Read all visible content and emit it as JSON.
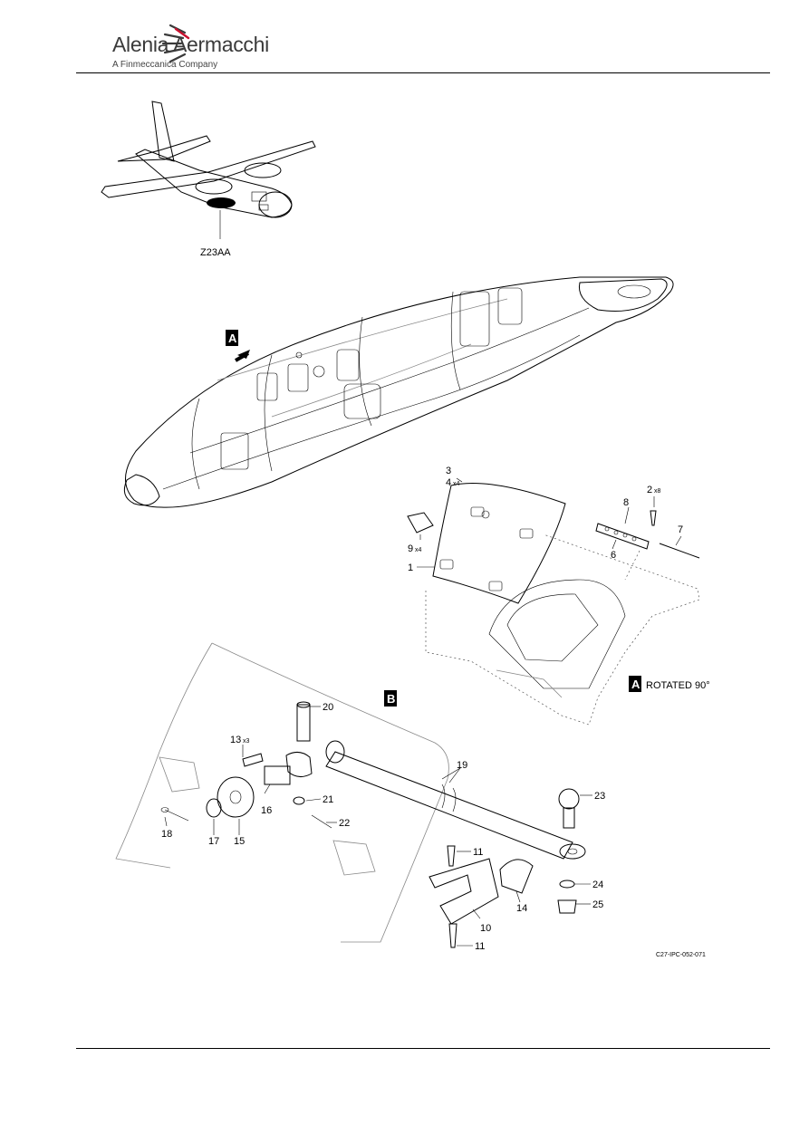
{
  "header": {
    "brand": "Alenia Aermacchi",
    "subtitle": "A Finmeccanica Company"
  },
  "views": {
    "aircraft_ref": "Z23AA",
    "view_a_flag": "A",
    "view_a_caption": "ROTATED 90°",
    "view_b_flag": "B"
  },
  "callouts": {
    "c1": "1",
    "c2": "2",
    "c2_qty": "x8",
    "c3": "3",
    "c4": "4",
    "c4_qty": "x4",
    "c6": "6",
    "c7": "7",
    "c8": "8",
    "c9": "9",
    "c9_qty": "x4",
    "c10": "10",
    "c11a": "11",
    "c11b": "11",
    "c13": "13",
    "c13_qty": "x3",
    "c14": "14",
    "c15": "15",
    "c16": "16",
    "c17": "17",
    "c18": "18",
    "c19": "19",
    "c20": "20",
    "c21": "21",
    "c22": "22",
    "c23": "23",
    "c24": "24",
    "c25": "25"
  },
  "figure_ref": "C27-IPC-052-071",
  "colors": {
    "ink": "#000000",
    "logo_grey": "#3a3a3a",
    "logo_red": "#c8102e"
  }
}
